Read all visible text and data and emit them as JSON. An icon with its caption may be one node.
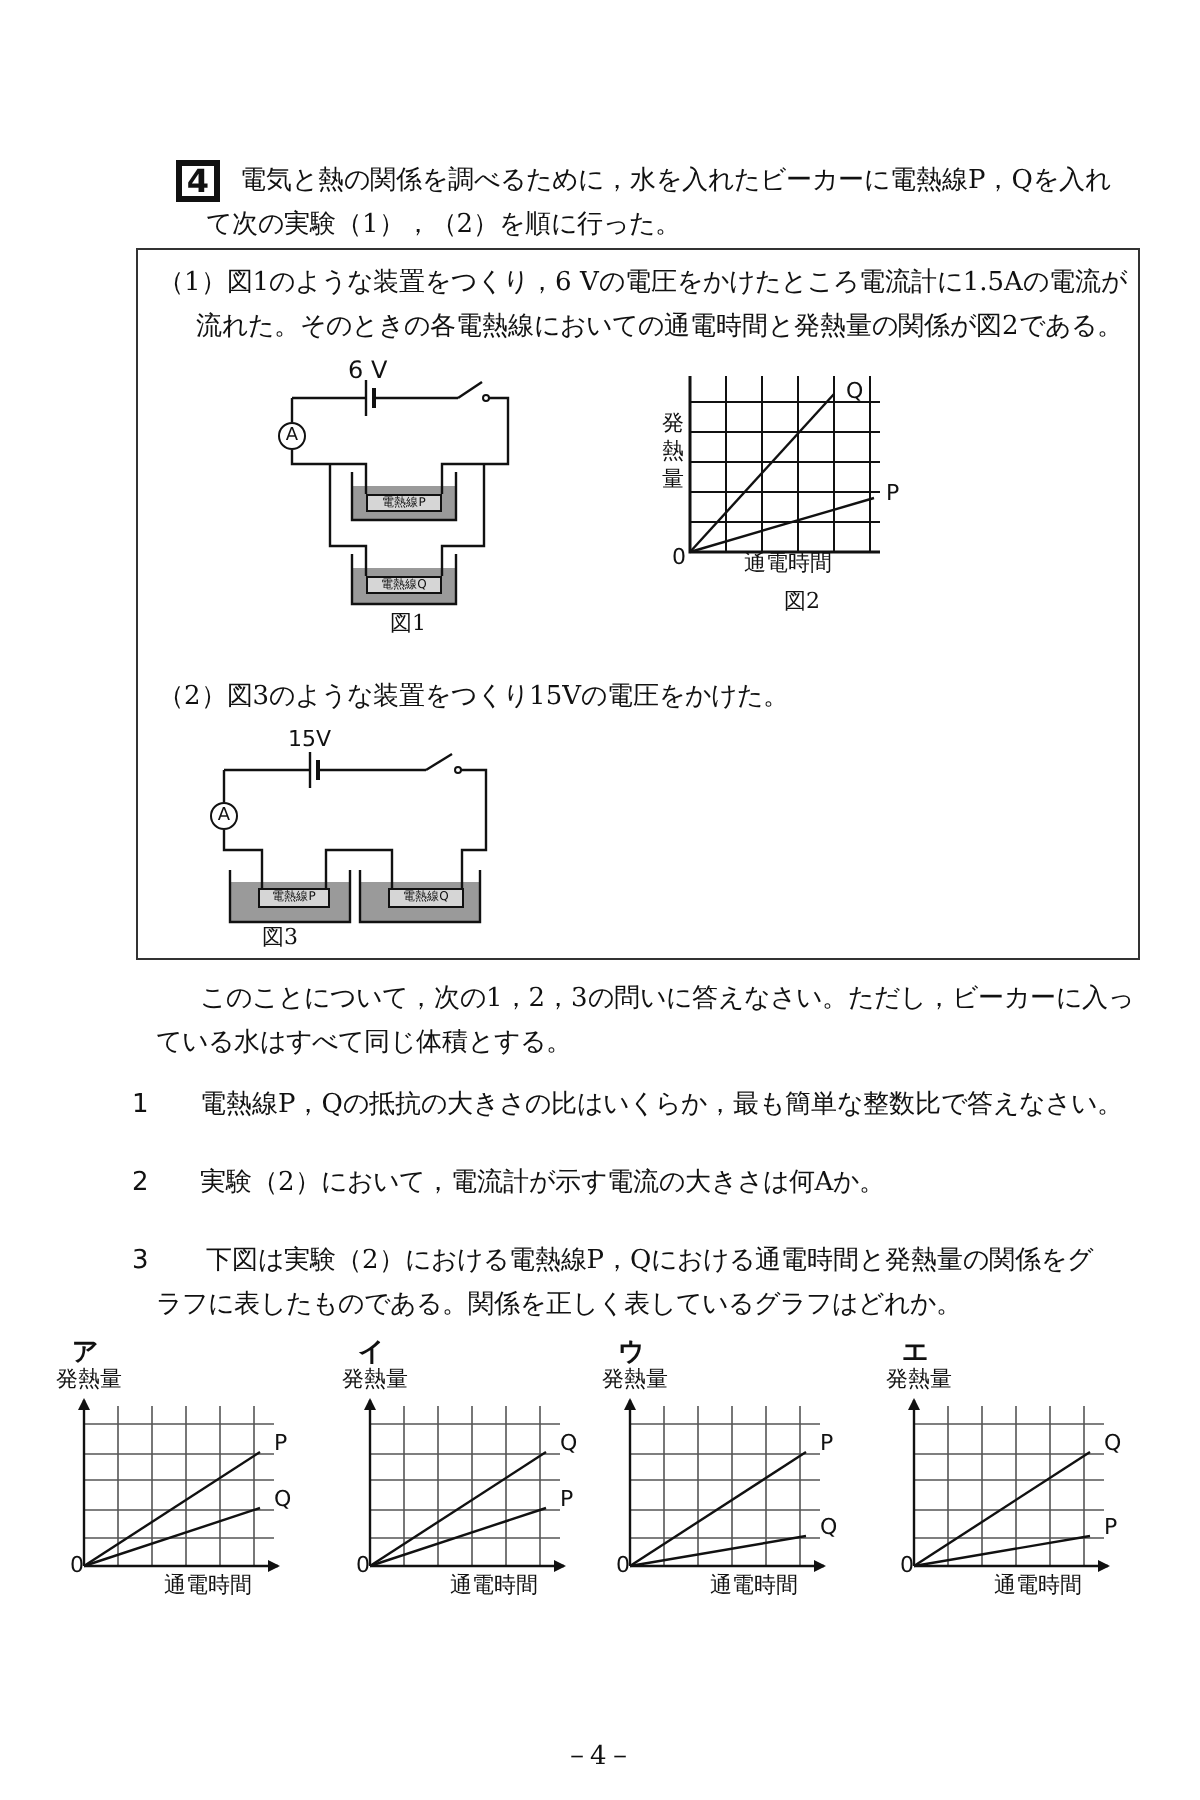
{
  "diagram": {
    "nodes": [
      {
        "text": [
          "4"
        ]
      },
      {
        "text": [
          "（1）図1のような装置をつくり，6 Vの電圧をかけたところ電流計に1.5Aの電流が流れた。そのときの各電熱線においての通電時間と発熱量の関係が図2である。",
          "（2）図3のような装置をつくり15Vの電圧をかけた。"
        ]
      },
      {
        "text": [
          "A"
        ],
        "in": 1
      },
      {
        "text": [
          "電熱線P"
        ],
        "in": 1
      },
      {
        "text": [
          "電熱線Q"
        ],
        "in": 1
      },
      {
        "text": [
          "A"
        ],
        "in": 1
      },
      {
        "text": [
          "電熱線P"
        ],
        "in": 1
      },
      {
        "text": [
          "電熱線Q"
        ],
        "in": 1
      }
    ],
    "labels": [
      "電気と熱の関係を調べるために，水を入れたビーカーに電熱線P，Qを入れて次の実験（1），（2）を順に行った。",
      "6 V",
      "発熱量",
      "Q",
      "P",
      "0",
      "通電時間",
      "図1",
      "図2",
      "15V",
      "図3",
      "このことについて，次の1，2，3の問いに答えなさい。ただし，ビーカーに入っている水はすべて同じ体積とする。",
      "1",
      "電熱線P，Qの抵抗の大きさの比はいくらか，最も簡単な整数比で答えなさい。",
      "2",
      "実験（2）において，電流計が示す電流の大きさは何Aか。",
      "3",
      "下図は実験（2）における電熱線P，Qにおける通電時間と発熱量の関係をグラフに表したものである。関係を正しく表しているグラフはどれか。",
      "ア",
      "発熱量",
      "P",
      "Q",
      "0",
      "通電時間",
      "イ",
      "発熱量",
      "Q",
      "P",
      "0",
      "通電時間",
      "ウ",
      "発熱量",
      "P",
      "Q",
      "0",
      "通電時間",
      "エ",
      "発熱量",
      "Q",
      "P",
      "0",
      "通電時間",
      "－4－"
    ]
  }
}
